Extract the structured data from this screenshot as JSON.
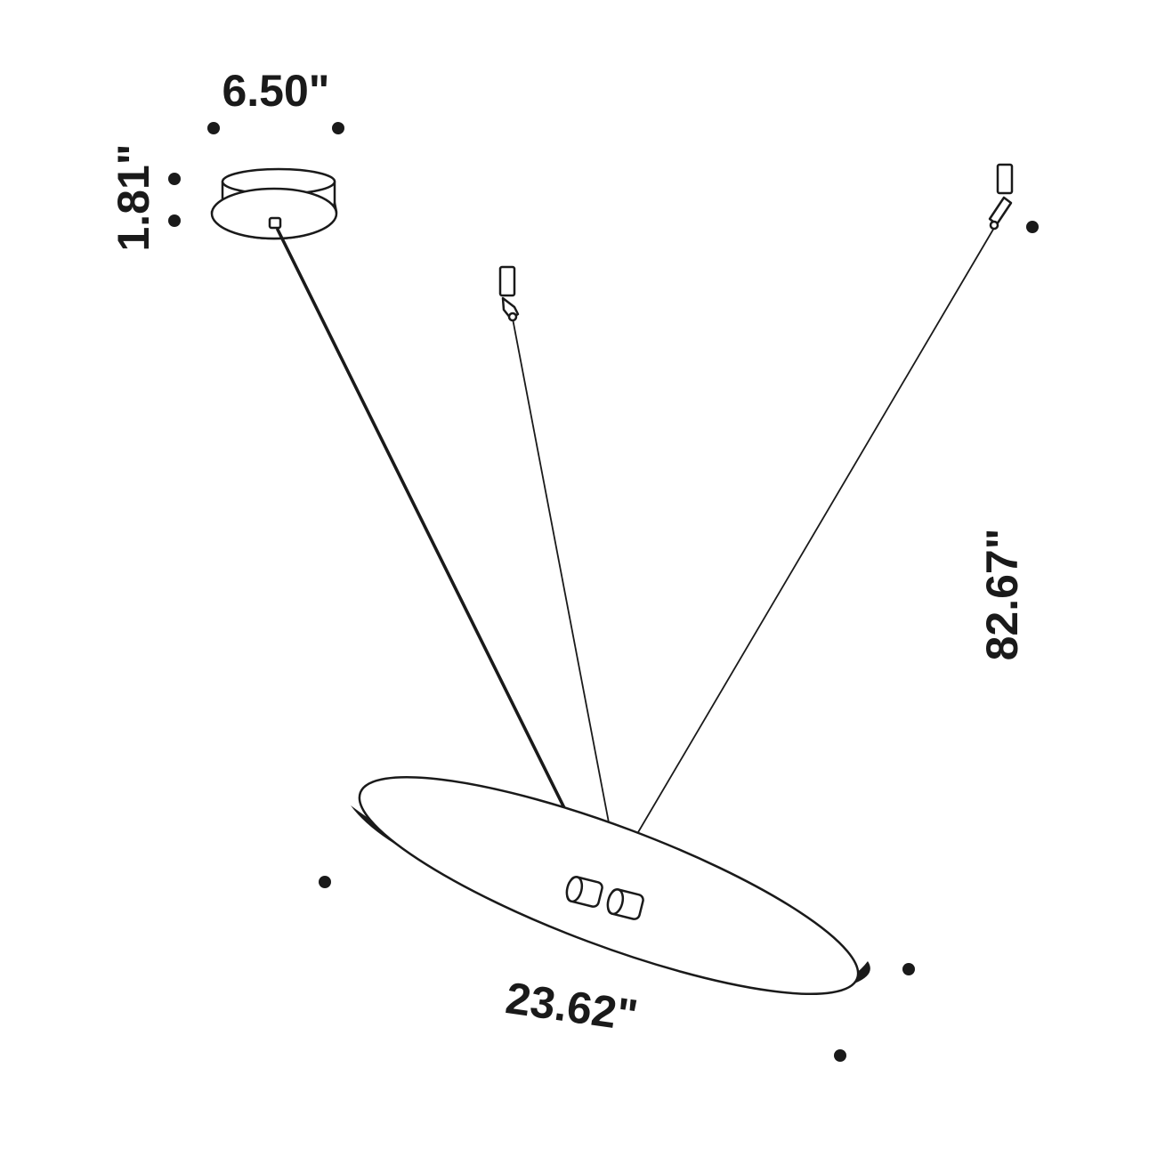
{
  "dimensions": {
    "canopy_width": "6.50\"",
    "canopy_height": "1.81\"",
    "overall_height": "82.67\"",
    "disc_diameter": "23.62\""
  },
  "colors": {
    "line": "#1a1a1a",
    "background": "#ffffff"
  }
}
